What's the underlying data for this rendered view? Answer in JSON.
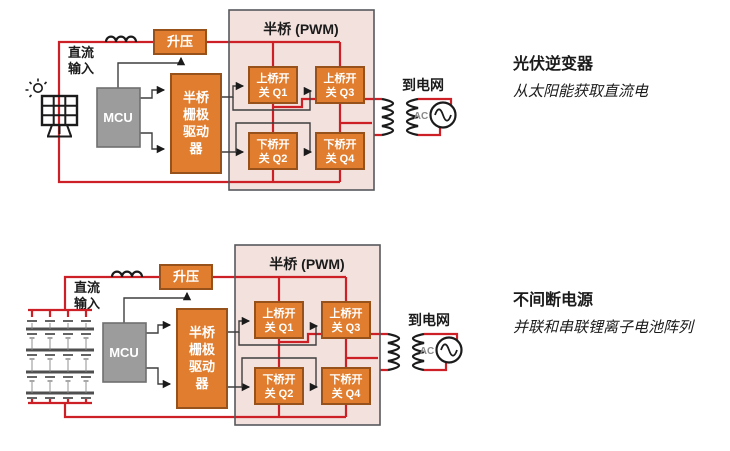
{
  "colors": {
    "wire-red": "#CD2026",
    "control-black": "#3E3E3E",
    "block-orange": "#E07D2E",
    "block-orange-border": "#96521A",
    "mcu-gray": "#9C9C9C",
    "mcu-border": "#6F6F6F",
    "pwm-bg": "#F2E1DC",
    "pwm-border": "#57585C",
    "ink": "#1B1B1B",
    "battery-gray": "#4F4F4F",
    "ac-gray": "#8A8A8A"
  },
  "diagrams": [
    {
      "id": "pv-inverter",
      "source": "solar-panel",
      "labels": {
        "dc_input": [
          "直流",
          "输入"
        ],
        "boost": "升压",
        "mcu": "MCU",
        "gate_driver": [
          "半桥",
          "栅极",
          "驱动",
          "器"
        ],
        "pwm_title": "半桥 (PWM)",
        "q1": [
          "上桥开",
          "关 Q1"
        ],
        "q3": [
          "上桥开",
          "关 Q3"
        ],
        "q2": [
          "下桥开",
          "关 Q2"
        ],
        "q4": [
          "下桥开",
          "关 Q4"
        ],
        "to_grid": "到电网",
        "ac": "AC"
      },
      "caption": {
        "title": "光伏逆变器",
        "subtitle": "从太阳能获取直流电"
      }
    },
    {
      "id": "ups",
      "source": "battery-array",
      "labels": {
        "dc_input": [
          "直流",
          "输入"
        ],
        "boost": "升压",
        "mcu": "MCU",
        "gate_driver": [
          "半桥",
          "栅极",
          "驱动",
          "器"
        ],
        "pwm_title": "半桥 (PWM)",
        "q1": [
          "上桥开",
          "关 Q1"
        ],
        "q3": [
          "上桥开",
          "关 Q3"
        ],
        "q2": [
          "下桥开",
          "关 Q2"
        ],
        "q4": [
          "下桥开",
          "关 Q4"
        ],
        "to_grid": "到电网",
        "ac": "AC"
      },
      "caption": {
        "title": "不间断电源",
        "subtitle": "并联和串联锂离子电池阵列"
      }
    }
  ]
}
